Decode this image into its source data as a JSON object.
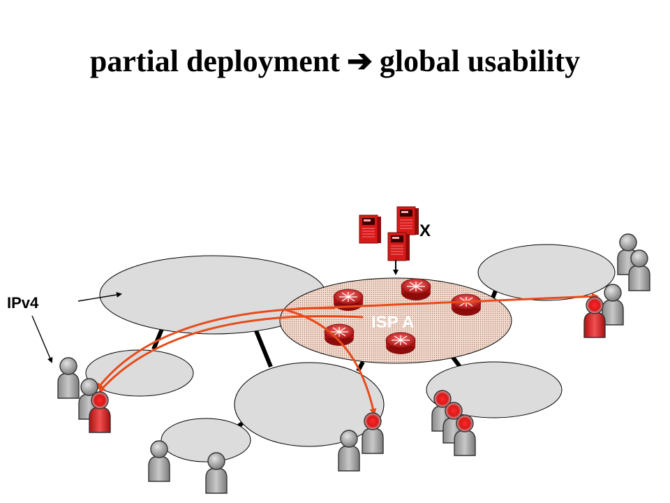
{
  "title": {
    "left": "partial deployment",
    "arrow": "➔",
    "right": "global usability"
  },
  "labels": {
    "isp": "ISP A",
    "service": "X",
    "ipv4": "IPv4"
  },
  "colors": {
    "network_fill": "#dcdcdc",
    "isp_fill": "#f2ddd2",
    "isp_dots": "#b07a62",
    "router": "#cc1a1a",
    "server": "#d61a1a",
    "path": "#e84a1a",
    "user_gray": "#9a9a9a",
    "user_red": "#e0141b"
  },
  "icons": {
    "router": "router-icon",
    "server": "server-icon",
    "user": "user-icon"
  }
}
